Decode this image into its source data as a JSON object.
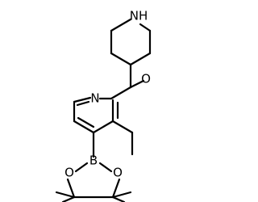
{
  "molecule": {
    "atoms": {
      "nh": "NH",
      "o_ether": "O",
      "n_pyridine": "N",
      "b": "B",
      "o_boronate_left": "O",
      "o_boronate_right": "O"
    },
    "colors": {
      "bond": "#000000",
      "text": "#000000",
      "background": "#ffffff"
    }
  }
}
